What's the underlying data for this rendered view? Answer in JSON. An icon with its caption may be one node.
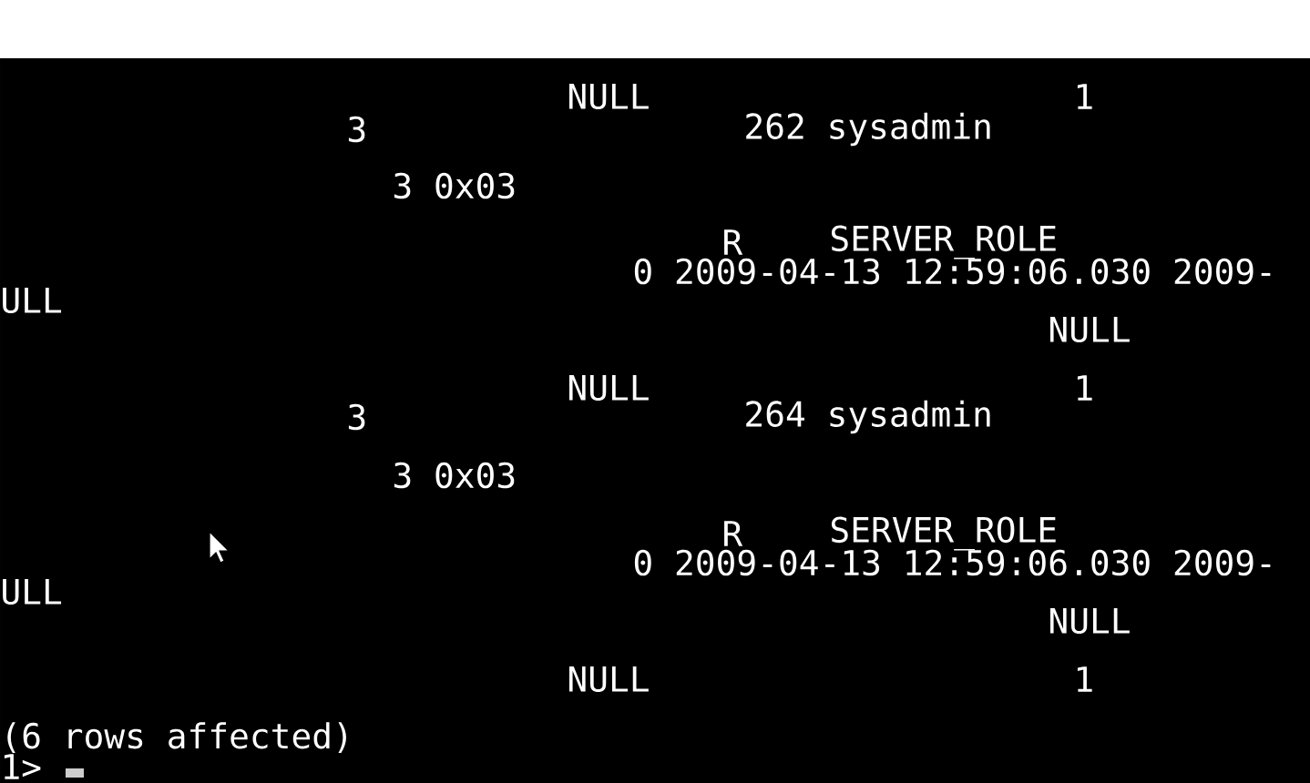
{
  "diagram": {
    "labels": [
      "NULL",
      "1",
      "3",
      "262 sysadmin",
      "3 0x03",
      "R",
      "SERVER_ROLE",
      "0 2009-04-13 12:59:06.030 2009-",
      "ULL",
      "NULL",
      "NULL",
      "1",
      "3",
      "264 sysadmin",
      "3 0x03",
      "R",
      "SERVER_ROLE",
      "0 2009-04-13 12:59:06.030 2009-",
      "ULL",
      "NULL",
      "NULL",
      "1",
      "(6 rows affected)",
      "1>"
    ]
  }
}
